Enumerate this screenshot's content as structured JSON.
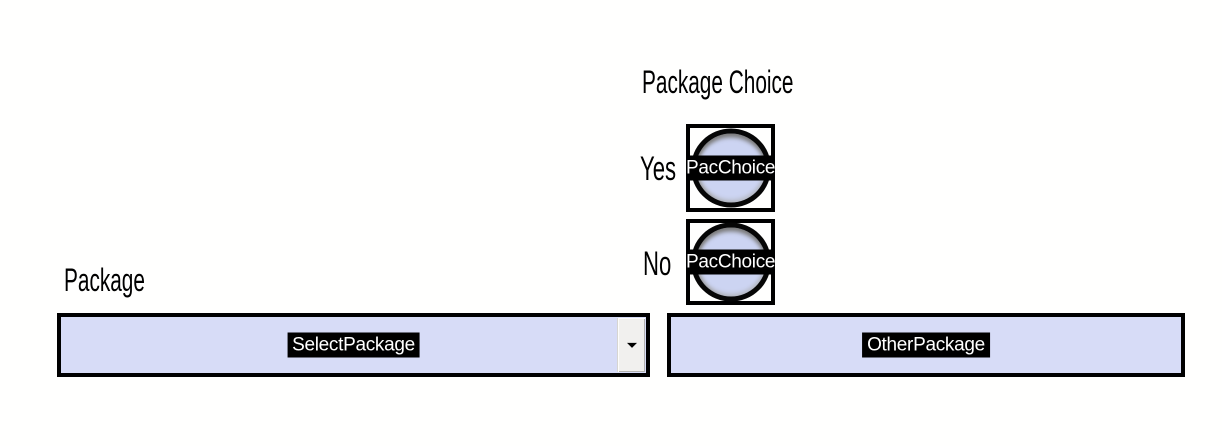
{
  "colors": {
    "page_bg": "#fffffe",
    "field_fill": "#d7dcf7",
    "circle_fill": "#ccd4f2",
    "field_border": "#000000",
    "name_band_bg": "#000000",
    "name_band_text": "#ffffff",
    "dropdown_button_face": "#f1f0ee"
  },
  "form": {
    "radio_group": {
      "title": "Package Choice",
      "options": [
        {
          "label": "Yes",
          "field_name": "PacChoice"
        },
        {
          "label": "No",
          "field_name": "PacChoice"
        }
      ]
    },
    "combo": {
      "label": "Package",
      "field_name": "SelectPackage",
      "arrow_icon": "dropdown-arrow"
    },
    "text_field": {
      "field_name": "OtherPackage"
    }
  }
}
